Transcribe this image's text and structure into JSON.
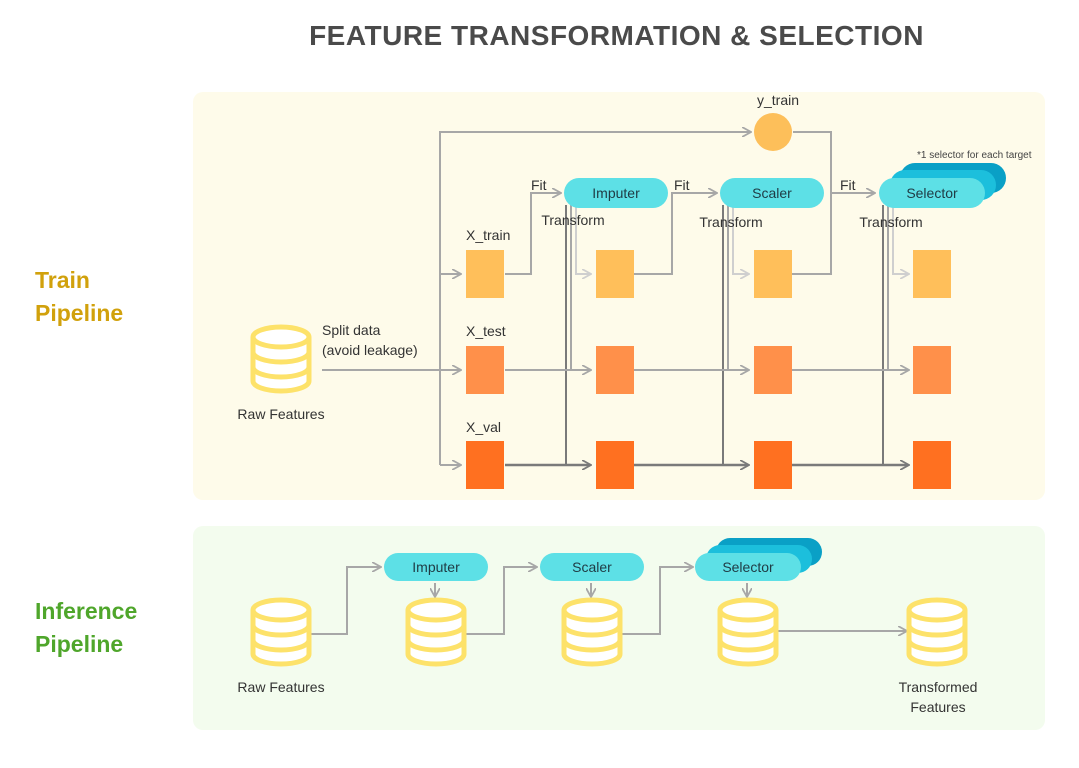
{
  "title": "FEATURE TRANSFORMATION & SELECTION",
  "train_pipeline": {
    "label_line1": "Train",
    "label_line2": "Pipeline",
    "raw_features": "Raw Features",
    "split_line1": "Split data",
    "split_line2": "(avoid leakage)",
    "y_train": "y_train",
    "x_train": "X_train",
    "x_test": "X_test",
    "x_val": "X_val",
    "imputer": "Imputer",
    "scaler": "Scaler",
    "selector": "Selector",
    "fit": "Fit",
    "transform": "Transform",
    "selector_note": "*1 selector for each target"
  },
  "inference_pipeline": {
    "label_line1": "Inference",
    "label_line2": "Pipeline",
    "raw_features": "Raw Features",
    "imputer": "Imputer",
    "scaler": "Scaler",
    "selector": "Selector",
    "transformed_line1": "Transformed",
    "transformed_line2": "Features"
  },
  "colors": {
    "train_panel_bg": "#fefbea",
    "infer_panel_bg": "#f3fcee",
    "train_label": "#d1a10c",
    "infer_label": "#4fa62b",
    "database": "#fde26a",
    "pill": "#5de0e6",
    "selector_stack_dark": "#0aa0c6",
    "selector_stack_mid": "#1cbfdc",
    "y_train_circle": "#fdbf5a",
    "x_train_box": "#ffbf5a",
    "x_test_box": "#ff904a",
    "x_val_box": "#ff7020",
    "arrow": "#a7a7a7",
    "arrow_dark": "#7a7a7a"
  }
}
